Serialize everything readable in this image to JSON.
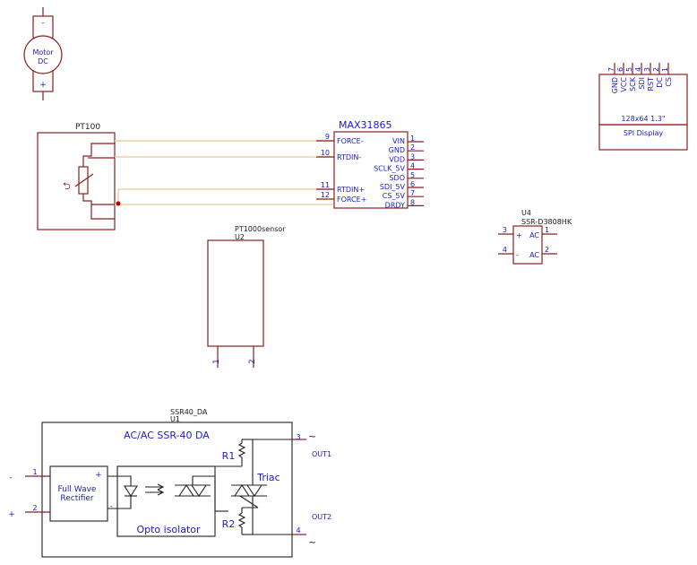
{
  "motor": {
    "label_line1": "Motor",
    "label_line2": "DC",
    "pin_minus": "-",
    "pin_plus": "+"
  },
  "pt100": {
    "title": "PT100",
    "symbol": "⮌"
  },
  "max31865": {
    "title": "MAX31865",
    "left_pins": [
      {
        "num": "9",
        "label": "FORCE-"
      },
      {
        "num": "10",
        "label": "RTDIN-"
      },
      {
        "num": "11",
        "label": "RTDIN+"
      },
      {
        "num": "12",
        "label": "FORCE+"
      }
    ],
    "right_pins": [
      {
        "num": "1",
        "label": "VIN"
      },
      {
        "num": "2",
        "label": "GND"
      },
      {
        "num": "3",
        "label": "VDD"
      },
      {
        "num": "4",
        "label": "SCLK_5V"
      },
      {
        "num": "5",
        "label": "SDO"
      },
      {
        "num": "6",
        "label": "SDI_5V"
      },
      {
        "num": "7",
        "label": "CS_5V"
      },
      {
        "num": "8",
        "label": "DRDY"
      }
    ]
  },
  "display": {
    "pins": [
      {
        "num": "7",
        "label": "GND"
      },
      {
        "num": "6",
        "label": "VCC"
      },
      {
        "num": "5",
        "label": "SCK"
      },
      {
        "num": "4",
        "label": "SDI"
      },
      {
        "num": "3",
        "label": "RST"
      },
      {
        "num": "2",
        "label": "DC"
      },
      {
        "num": "1",
        "label": "CS"
      }
    ],
    "size_label": "128x64 1.3\"",
    "name": "SPI Display"
  },
  "ssr_small": {
    "ref": "U4",
    "value": "SSR-D3808HK",
    "pins_left": [
      {
        "num": "3",
        "label": "+"
      },
      {
        "num": "4",
        "label": "-"
      }
    ],
    "pins_right": [
      {
        "num": "1",
        "label": "AC"
      },
      {
        "num": "2",
        "label": "AC"
      }
    ]
  },
  "pt1000": {
    "value": "PT1000sensor",
    "ref": "U2",
    "pin1": "1",
    "pin2": "2"
  },
  "ssr40": {
    "value": "SSR40_DA",
    "ref": "U1",
    "title": "AC/AC SSR-40 DA",
    "rectifier_line1": "Full Wave",
    "rectifier_line2": "Rectifier",
    "rect_plus": "+",
    "rect_minus": "-",
    "opto": "Opto isolator",
    "triac": "Triac",
    "r1": "R1",
    "r2": "R2",
    "pin1": "1",
    "pin2": "2",
    "pin3": "3",
    "pin4": "4",
    "ext_minus": "-",
    "ext_plus": "+",
    "out1": "OUT1",
    "out2": "OUT2",
    "tilde": "~"
  }
}
